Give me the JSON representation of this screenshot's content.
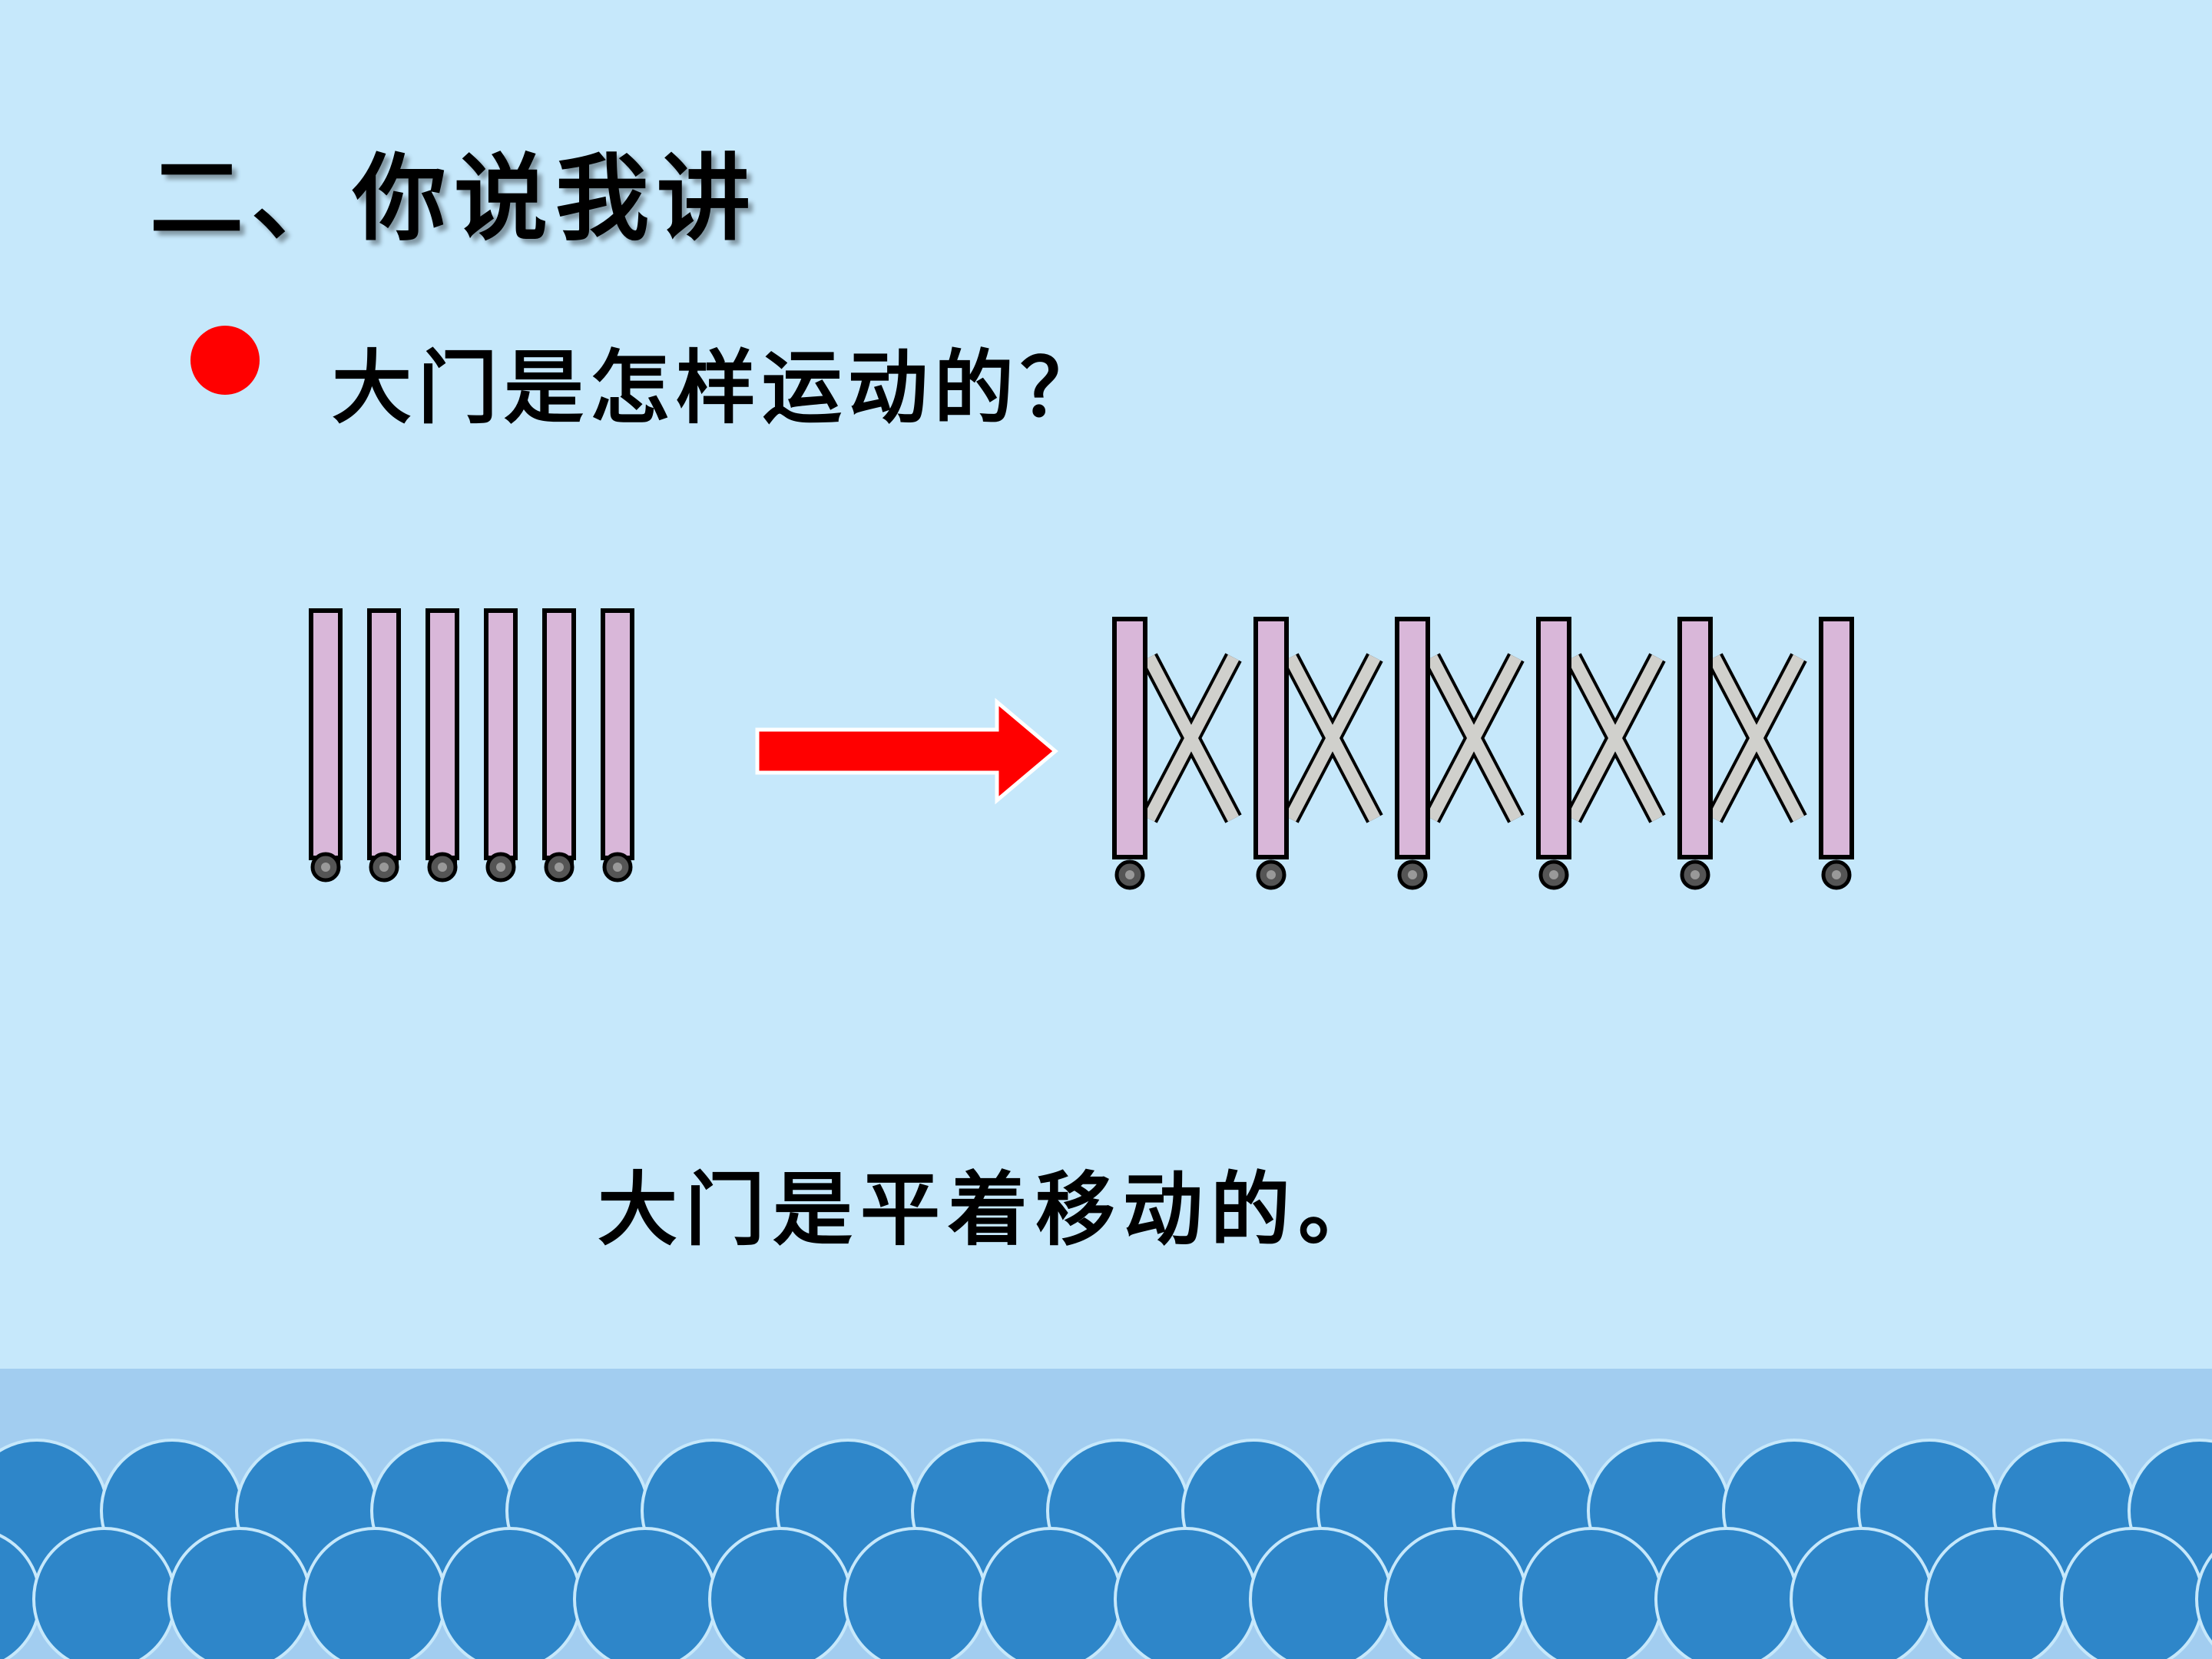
{
  "slide": {
    "title": "二、你说我讲",
    "question": "大门是怎样运动的？",
    "answer": "大门是平着移动的。"
  },
  "colors": {
    "background": "#c6e8fb",
    "bullet": "#ff0000",
    "arrow": "#ff0000",
    "gate_bar": "#d9b7d9",
    "gate_brace": "#d0d0cc",
    "wave_band": "#a2cdf0",
    "wave": "#2e86c9"
  },
  "icons": {
    "bullet": "red-dot-icon",
    "arrow": "right-arrow-icon",
    "gate_closed": "folded-gate-icon",
    "gate_open": "extended-gate-icon"
  }
}
